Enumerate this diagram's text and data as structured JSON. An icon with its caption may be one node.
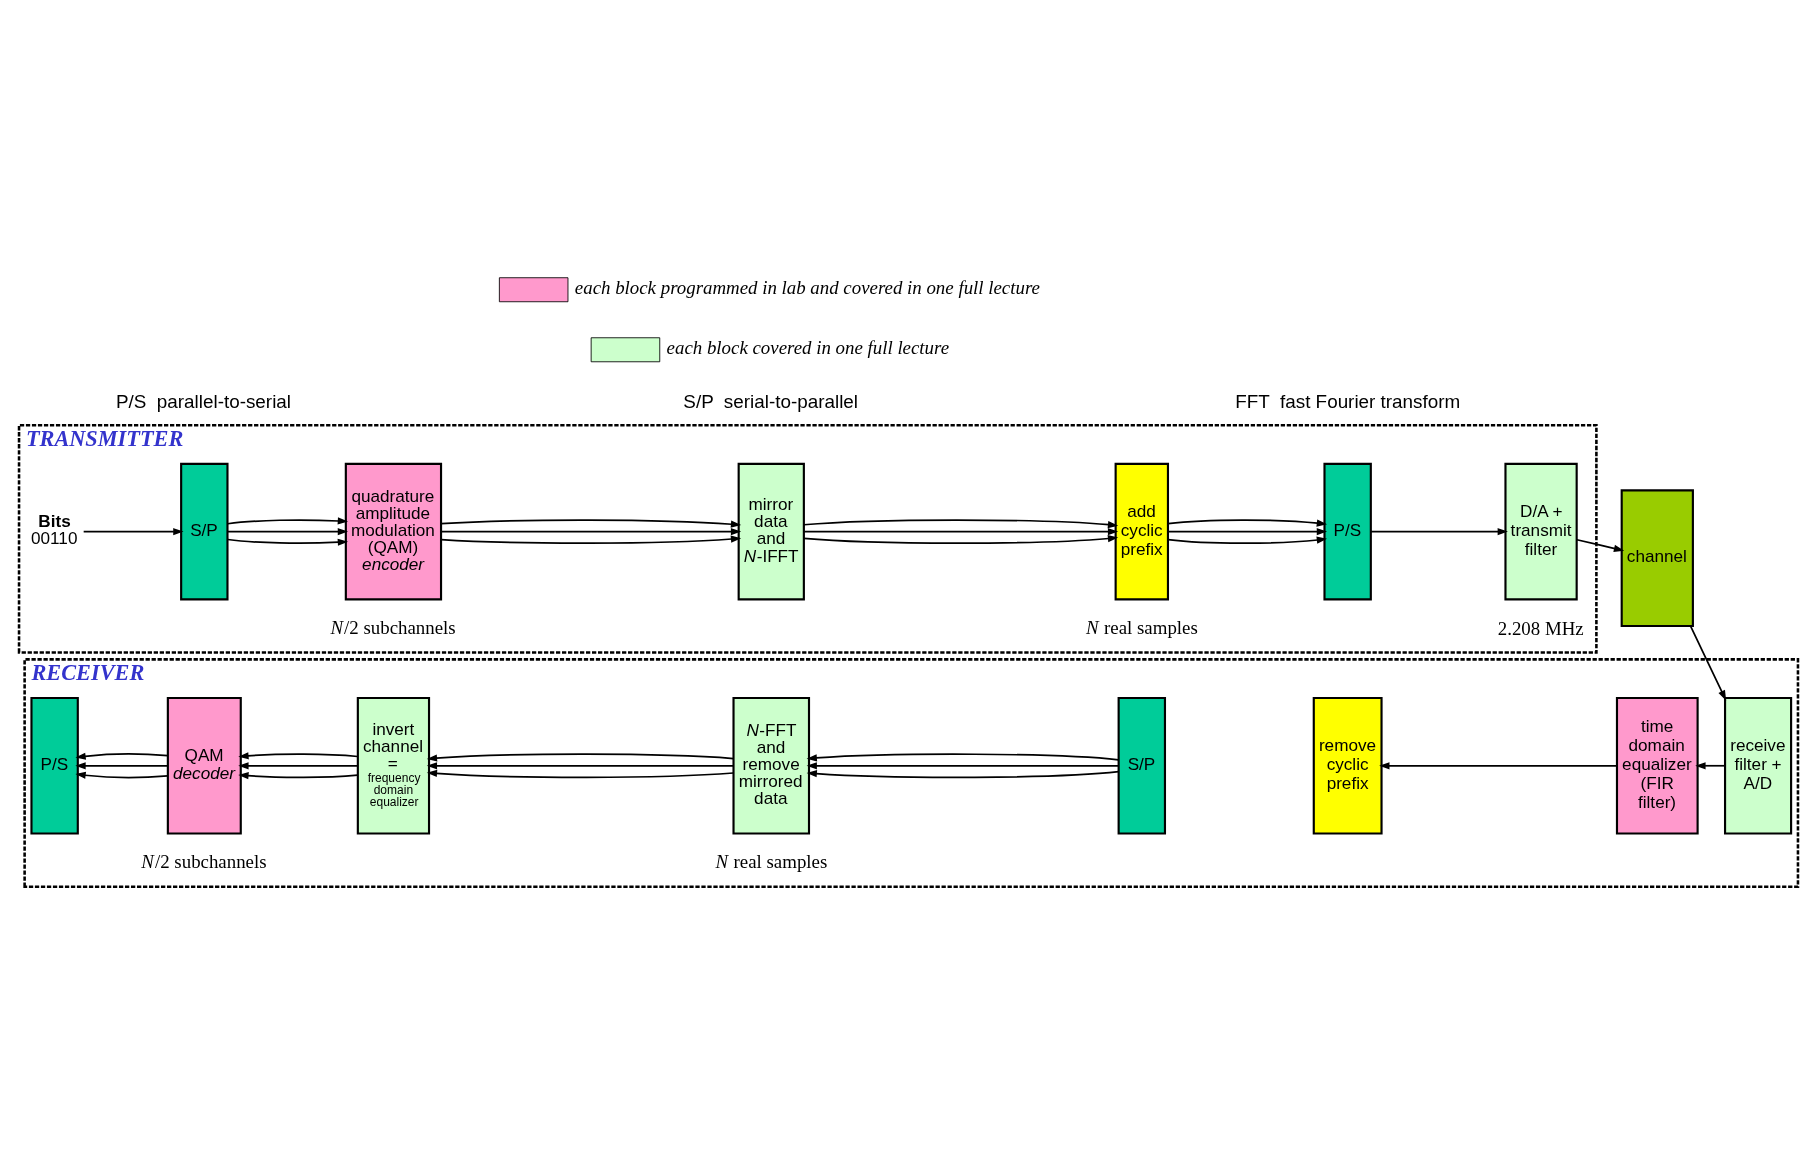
{
  "diagram": {
    "nodes": [
      {
        "text": [
          "TRANSMITTER"
        ]
      },
      {
        "text": [
          "Bits",
          "00110"
        ],
        "in": 0
      },
      {
        "text": [
          "S/P"
        ],
        "in": 0
      },
      {
        "text": [
          "quadrature amplitude modulation (QAM)",
          "encoder"
        ],
        "in": 0
      },
      {
        "text": [
          "mirror data and *N*-IFFT"
        ],
        "in": 0
      },
      {
        "text": [
          "add cyclic prefix"
        ],
        "in": 0
      },
      {
        "text": [
          "P/S"
        ],
        "in": 0
      },
      {
        "text": [
          "D/A + transmit filter"
        ],
        "in": 0
      },
      {
        "text": [
          "channel"
        ]
      },
      {
        "text": [
          "RECEIVER"
        ]
      },
      {
        "text": [
          "receive filter + A/D"
        ],
        "in": 9
      },
      {
        "text": [
          "time domain equalizer (FIR filter)"
        ],
        "in": 9
      },
      {
        "text": [
          "remove cyclic prefix"
        ],
        "in": 9
      },
      {
        "text": [
          "S/P"
        ],
        "in": 9
      },
      {
        "text": [
          "*N*-FFT and remove mirrored data"
        ],
        "in": 9
      },
      {
        "text": [
          "invert channel =",
          "frequency domain equalizer"
        ],
        "in": 9
      },
      {
        "text": [
          "QAM",
          "decoder"
        ],
        "in": 9
      },
      {
        "text": [
          "P/S"
        ],
        "in": 9
      }
    ],
    "edges": [
      {
        "from": 1,
        "to": 2,
        "arrow": "to"
      },
      {
        "from": 2,
        "to": 3,
        "arrow": "to"
      },
      {
        "from": 2,
        "to": 3,
        "arrow": "to"
      },
      {
        "from": 2,
        "to": 3,
        "arrow": "to"
      },
      {
        "from": 3,
        "to": 4,
        "arrow": "to"
      },
      {
        "from": 3,
        "to": 4,
        "arrow": "to"
      },
      {
        "from": 3,
        "to": 4,
        "arrow": "to"
      },
      {
        "from": 4,
        "to": 5,
        "arrow": "to"
      },
      {
        "from": 4,
        "to": 5,
        "arrow": "to"
      },
      {
        "from": 4,
        "to": 5,
        "arrow": "to"
      },
      {
        "from": 5,
        "to": 6,
        "arrow": "to"
      },
      {
        "from": 5,
        "to": 6,
        "arrow": "to"
      },
      {
        "from": 5,
        "to": 6,
        "arrow": "to"
      },
      {
        "from": 6,
        "to": 7,
        "arrow": "to"
      },
      {
        "from": 7,
        "to": 8,
        "arrow": "to"
      },
      {
        "from": 8,
        "to": 10,
        "arrow": "to"
      },
      {
        "from": 10,
        "to": 11,
        "arrow": "to"
      },
      {
        "from": 11,
        "to": 12,
        "arrow": "to"
      },
      {
        "from": 13,
        "to": 14,
        "arrow": "to"
      },
      {
        "from": 13,
        "to": 14,
        "arrow": "to"
      },
      {
        "from": 13,
        "to": 14,
        "arrow": "to"
      },
      {
        "from": 14,
        "to": 15,
        "arrow": "to"
      },
      {
        "from": 14,
        "to": 15,
        "arrow": "to"
      },
      {
        "from": 14,
        "to": 15,
        "arrow": "to"
      },
      {
        "from": 15,
        "to": 16,
        "arrow": "to"
      },
      {
        "from": 15,
        "to": 16,
        "arrow": "to"
      },
      {
        "from": 15,
        "to": 16,
        "arrow": "to"
      },
      {
        "from": 16,
        "to": 17,
        "arrow": "to"
      },
      {
        "from": 16,
        "to": 17,
        "arrow": "to"
      },
      {
        "from": 16,
        "to": 17,
        "arrow": "to"
      }
    ],
    "labels": [
      "*N*/2 subchannels",
      "*N* real samples",
      "2.208 MHz",
      "*N*/2 subchannels",
      "*N* real samples",
      "P/S  parallel-to-serial",
      "S/P  serial-to-parallel",
      "FFT  fast Fourier transform"
    ],
    "legend": [
      {
        "text": "each block programmed in lab and covered in one full lecture",
        "color": "#ff99cc"
      },
      {
        "text": "each block covered in one full lecture",
        "color": "#ccffcc"
      }
    ]
  }
}
